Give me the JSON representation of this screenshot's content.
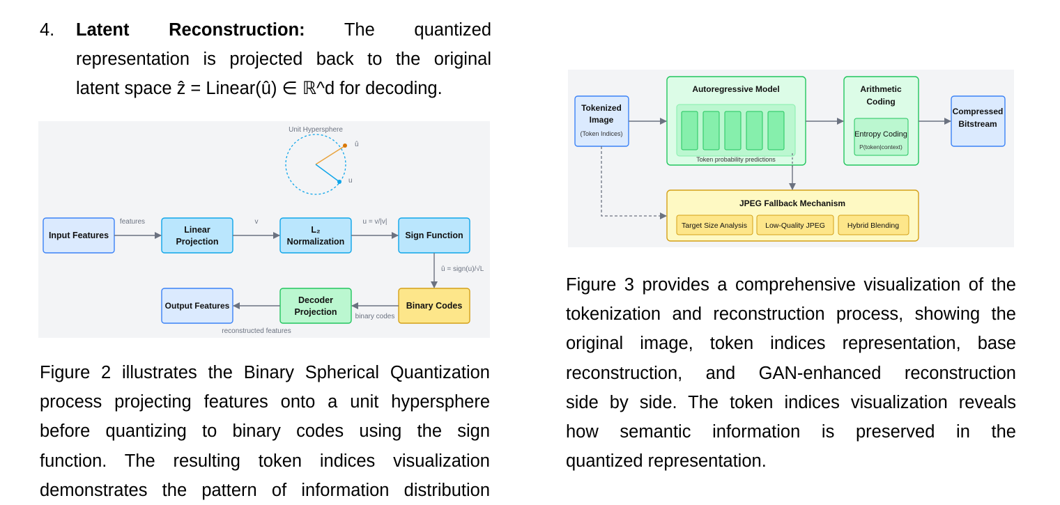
{
  "item4": {
    "number": "4.",
    "label": "Latent Reconstruction:",
    "line1_rest_a": "The",
    "line1_rest_b": "quantized",
    "line2": "representation is projected back to the original",
    "line3": "latent space ẑ = Linear(û) ∈ ℝ^d for decoding."
  },
  "figure2": {
    "sphere_label": "Unit Hypersphere",
    "u_hat": "û",
    "u": "u",
    "input": "Input Features",
    "edge_features": "features",
    "linear_1": "Linear",
    "linear_2": "Projection",
    "edge_v": "v",
    "norm_1": "L₂",
    "norm_2": "Normalization",
    "edge_u": "u = v/|v|",
    "sign": "Sign Function",
    "edge_uhat": "û = sign(u)/√L",
    "binary": "Binary Codes",
    "edge_binary": "binary codes",
    "decoder_1": "Decoder",
    "decoder_2": "Projection",
    "output": "Output Features",
    "edge_recon": "reconstructed features",
    "colors": {
      "blue_fill": "#dbeafe",
      "blue_stroke": "#3b82f6",
      "cyan_fill": "#bae6fd",
      "cyan_stroke": "#0ea5e9",
      "green_fill": "#bbf7d0",
      "green_stroke": "#22c55e",
      "yellow_fill": "#fde68a",
      "yellow_stroke": "#d4a017"
    }
  },
  "figure3": {
    "tok_1": "Tokenized",
    "tok_2": "Image",
    "tok_3": "(Token Indices)",
    "ar_title": "Autoregressive Model",
    "ar_caption": "Token probability predictions",
    "arith_1": "Arithmetic",
    "arith_2": "Coding",
    "entropy_1": "Entropy Coding",
    "entropy_2": "P(token|context)",
    "comp_1": "Compressed",
    "comp_2": "Bitstream",
    "jpeg_title": "JPEG Fallback Mechanism",
    "jpeg_items": [
      "Target Size Analysis",
      "Low-Quality JPEG",
      "Hybrid Blending"
    ]
  },
  "para_left": [
    "Figure 2 illustrates the Binary Spherical Quantization",
    "process projecting features onto a unit hypersphere",
    "before quantizing to binary codes using the sign",
    "function. The resulting token indices visualization",
    "demonstrates the pattern of information distribution"
  ],
  "para_right": [
    "Figure 3 provides a comprehensive visualization of the",
    "tokenization and reconstruction process, showing the",
    "original image, token indices representation, base",
    "reconstruction, and GAN-enhanced reconstruction",
    "side by side. The token indices visualization reveals",
    "how semantic information is preserved in the",
    "quantized representation."
  ]
}
